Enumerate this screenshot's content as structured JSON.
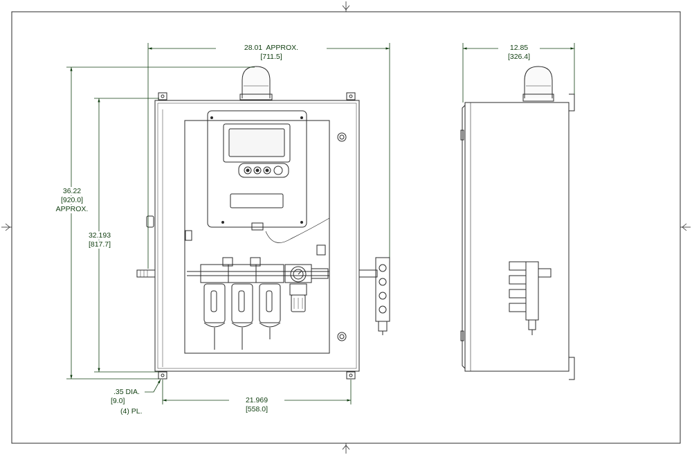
{
  "colors": {
    "ink": "#2a2a2a",
    "dimension": "#0f3d0f",
    "paper": "#ffffff"
  },
  "front_view": {
    "overall_width": {
      "value": "28.01",
      "note": "APPROX.",
      "metric": "[711.5]"
    },
    "overall_height": {
      "value": "36.22",
      "metric": "[920.0]",
      "note": "APPROX."
    },
    "enclosure_height": {
      "value": "32.193",
      "metric": "[817.7]"
    },
    "mount_spacing": {
      "value": "21.969",
      "metric": "[558.0]"
    },
    "mount_hole": {
      "value": ".35 DIA.",
      "metric": "[9.0]",
      "qty": "(4) PL."
    }
  },
  "side_view": {
    "overall_depth": {
      "value": "12.85",
      "metric": "[326.4]"
    }
  }
}
